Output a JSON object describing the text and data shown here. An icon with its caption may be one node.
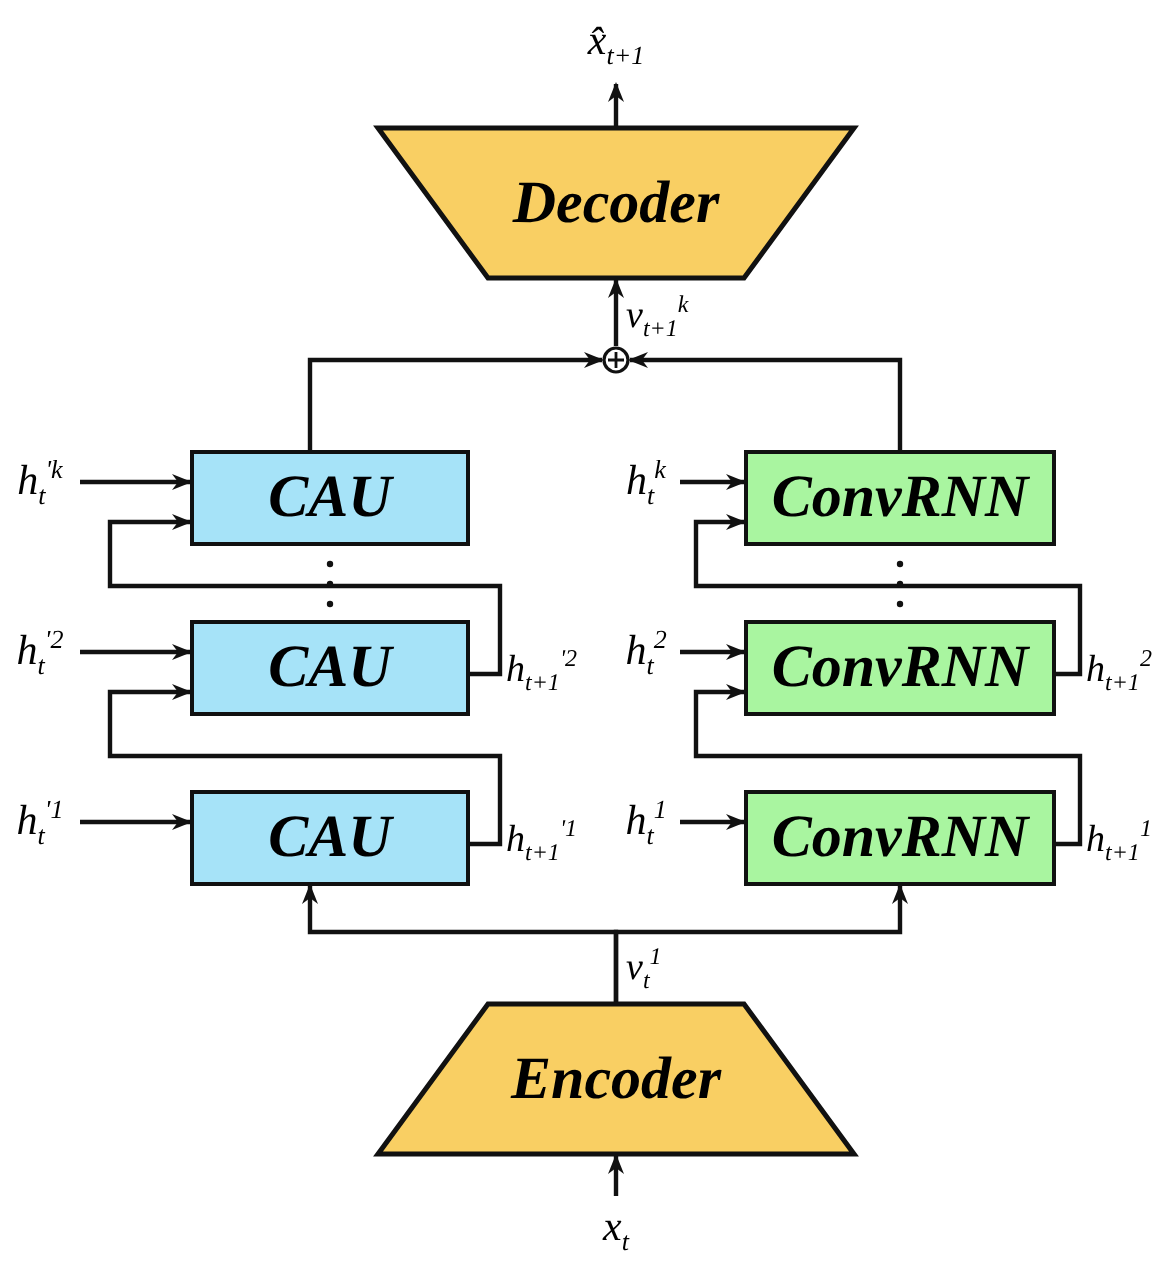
{
  "diagram": {
    "nodes": [
      {
        "text": [
          "x̂$_{t+1}$"
        ]
      },
      {
        "text": [
          "Decoder"
        ]
      },
      {
        "text": [],
        "shape": "circle"
      },
      {
        "text": [
          "h$_{t}$$^{'k}$"
        ]
      },
      {
        "text": [
          "CAU"
        ]
      },
      {
        "text": [
          "h$_{t}$$^{k}$"
        ]
      },
      {
        "text": [
          "ConvRNN"
        ]
      },
      {
        "text": [
          "h$_{t}$$^{'2}$"
        ]
      },
      {
        "text": [
          "CAU"
        ]
      },
      {
        "text": [
          "h$_{t}$$^{2}$"
        ]
      },
      {
        "text": [
          "ConvRNN"
        ]
      },
      {
        "text": [
          "h$_{t}$$^{'1}$"
        ]
      },
      {
        "text": [
          "CAU"
        ]
      },
      {
        "text": [
          "h$_{t}$$^{1}$"
        ]
      },
      {
        "text": [
          "ConvRNN"
        ]
      },
      {
        "text": [
          "Encoder"
        ]
      },
      {
        "text": [
          "x$_{t}$"
        ]
      }
    ],
    "edges": [
      {
        "from": 1,
        "to": 0,
        "arrow": "to"
      },
      {
        "from": 2,
        "to": 1,
        "arrow": "to",
        "label": "v$_{t+1}$$^{k}$"
      },
      {
        "from": 4,
        "to": 2,
        "arrow": "to"
      },
      {
        "from": 6,
        "to": 2,
        "arrow": "to"
      },
      {
        "from": 3,
        "to": 4,
        "arrow": "to"
      },
      {
        "from": 5,
        "to": 6,
        "arrow": "to"
      },
      {
        "from": 7,
        "to": 8,
        "arrow": "to"
      },
      {
        "from": 9,
        "to": 10,
        "arrow": "to"
      },
      {
        "from": 11,
        "to": 12,
        "arrow": "to"
      },
      {
        "from": 13,
        "to": 14,
        "arrow": "to"
      },
      {
        "from": 8,
        "to": 4,
        "arrow": "to",
        "label": "h$_{t+1}$$^{'2}$"
      },
      {
        "from": 10,
        "to": 6,
        "arrow": "to",
        "label": "h$_{t+1}$$^{2}$"
      },
      {
        "from": 12,
        "to": 8,
        "arrow": "to",
        "label": "h$_{t+1}$$^{'1}$"
      },
      {
        "from": 14,
        "to": 10,
        "arrow": "to",
        "label": "h$_{t+1}$$^{1}$"
      },
      {
        "from": 15,
        "to": 12,
        "arrow": "to",
        "label": "v$_{t}$$^{1}$"
      },
      {
        "from": 15,
        "to": 14,
        "arrow": "to"
      },
      {
        "from": 16,
        "to": 15,
        "arrow": "to"
      }
    ]
  }
}
